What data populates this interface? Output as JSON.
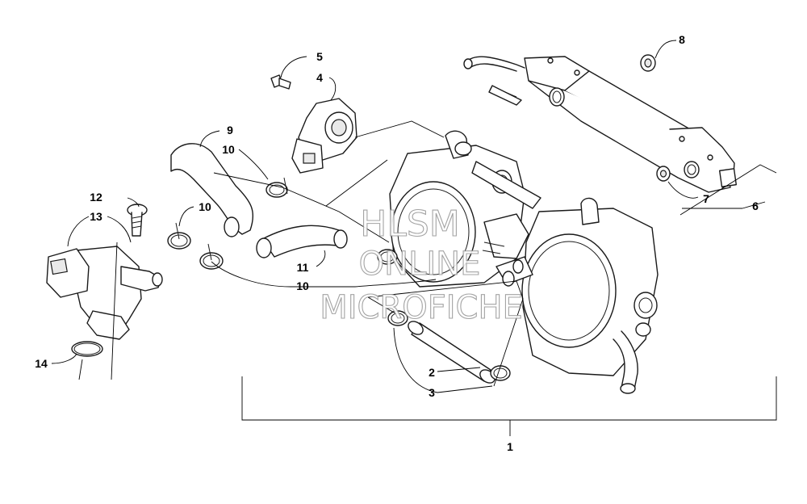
{
  "callouts": {
    "c1": "1",
    "c2": "2",
    "c3": "3",
    "c4": "4",
    "c5": "5",
    "c6": "6",
    "c7": "7",
    "c8": "8",
    "c9": "9",
    "c10a": "10",
    "c10b": "10",
    "c10c": "10",
    "c11": "11",
    "c12": "12",
    "c13": "13",
    "c14": "14"
  },
  "watermark": {
    "line1": "HLSM",
    "line2": "ONLINE",
    "line3": "MICROFICHE"
  }
}
